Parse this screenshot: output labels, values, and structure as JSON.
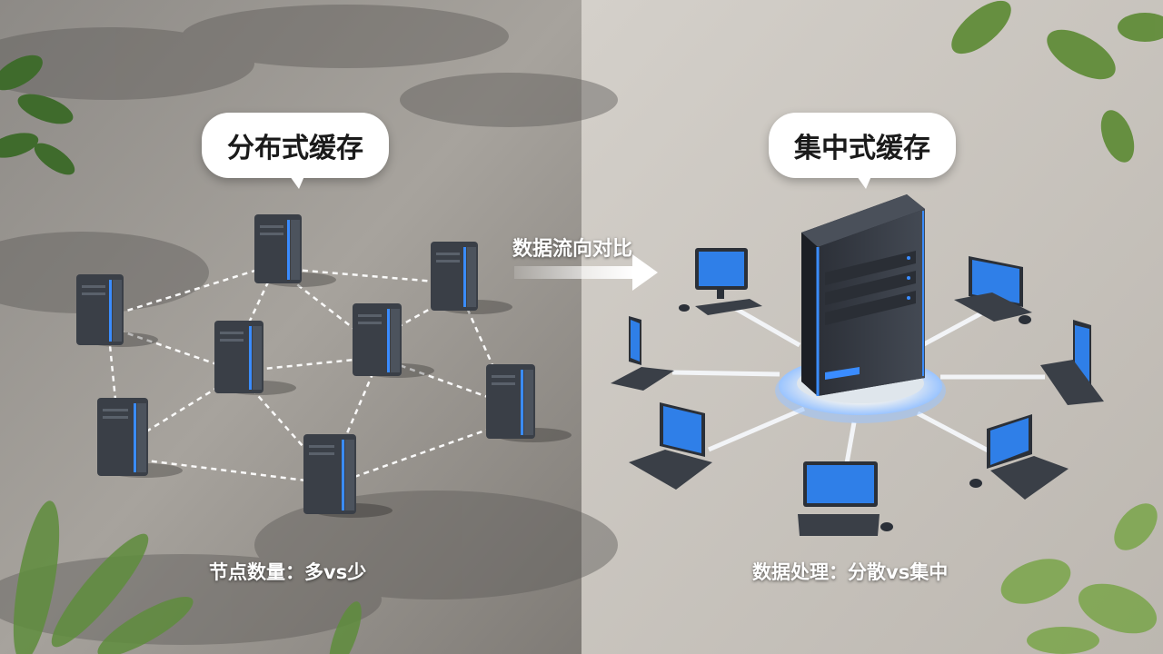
{
  "left_panel": {
    "title": "分布式缓存",
    "caption": "节点数量：多vs少"
  },
  "right_panel": {
    "title": "集中式缓存",
    "caption": "数据处理：分散vs集中"
  },
  "flow": {
    "label": "数据流向对比"
  },
  "colors": {
    "accent_blue": "#3a8cff",
    "server_body": "#3a3f47",
    "screen_blue": "#2f7fe8",
    "bubble_bg": "#ffffff"
  }
}
